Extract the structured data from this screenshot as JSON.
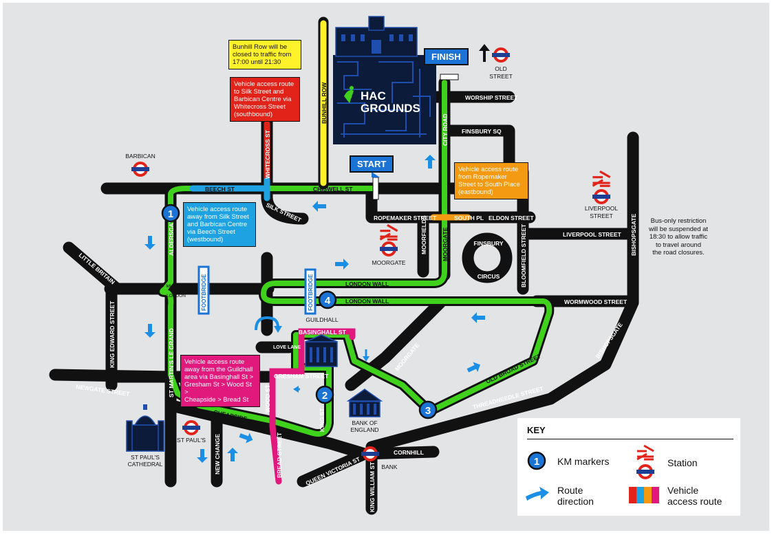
{
  "venue": {
    "line1": "HAC",
    "line2": "GROUNDS"
  },
  "flags": {
    "start": "START",
    "finish": "FINISH"
  },
  "stations": {
    "barbican": "BARBICAN",
    "old_street": [
      "OLD",
      "STREET"
    ],
    "liverpool_street": [
      "LIVERPOOL",
      "STREET"
    ],
    "moorgate": "MOORGATE",
    "st_pauls": "ST PAUL'S",
    "bank": "BANK"
  },
  "landmarks": {
    "st_pauls_cathedral": [
      "ST PAUL'S",
      "CATHEDRAL"
    ],
    "bank_of_england": [
      "BANK OF",
      "ENGLAND"
    ],
    "guildhall": "GUILDHALL",
    "museum_of_london": [
      "MUSEUM",
      "OF",
      "LONDON"
    ],
    "finsbury_circus": [
      "FINSBURY",
      "CIRCUS"
    ]
  },
  "streets": {
    "bunhill_row": "BUNHILL ROW",
    "worship_street": "WORSHIP STREET",
    "city_road": "CITY ROAD",
    "finsbury_sq": "FINSBURY SQ",
    "whitecross_st": "WHITECROSS ST",
    "beech_st": "BEECH ST",
    "chiswell_st": "CHISWELL ST",
    "silk_street": "SILK STREET",
    "ropemaker_street": "ROPEMAKER STREET",
    "south_pl": "SOUTH PL",
    "eldon_street": "ELDON STREET",
    "liverpool_street": "LIVERPOOL STREET",
    "bishopsgate": "BISHOPSGATE",
    "moorfields": "MOORFIELDS",
    "moorgate": "MOORGATE",
    "bloomfield_street": "BLOOMFIELD STREET",
    "aldersgate_st": "ALDERSGATE ST",
    "little_britain": "LITTLE BRITAIN",
    "london_wall": "LONDON WALL",
    "footbridge": "FOOTBRIDGE",
    "wormwood_street": "WORMWOOD STREET",
    "king_edward_street": "KING EDWARD STREET",
    "st_martins_le_grand": "ST MARTIN'S LE GRAND",
    "basinghall_st": "BASINGHALL ST",
    "love_lane": "LOVE LANE",
    "gresham_street": "GRESHAM STREET",
    "wood_st": "WOOD ST",
    "king_st": "KING ST",
    "newgate_street": "NEWGATE STREET",
    "cheapside": "CHEAPSIDE",
    "new_change": "NEW CHANGE",
    "bread_street": "BREAD STREET",
    "queen_victoria_st": "QUEEN VICTORIA ST",
    "king_william_st": "KING WILLIAM ST",
    "cornhill": "CORNHILL",
    "threadneedle_street": "THREADNEEDLE STREET",
    "old_broad_street": "OLD BROAD STREET"
  },
  "km_markers": [
    "1",
    "2",
    "3",
    "4"
  ],
  "callouts": {
    "bunhill": [
      "Bunhill Row will be",
      "closed to traffic from",
      "17:00 until 21:30"
    ],
    "whitecross": [
      "Vehicle access route",
      "to Silk Street and",
      "Barbican Centre via",
      "Whitecross Street",
      "(southbound)"
    ],
    "beech": [
      "Vehicle access route",
      "away from Silk Street",
      "and Barbican Centre",
      "via Beech Street",
      "(westbound)"
    ],
    "ropemaker": [
      "Vehicle access route",
      "from Ropemaker",
      "Street to South Place",
      "(eastbound)"
    ],
    "guildhall": [
      "Vehicle access route",
      "away from the Guildhall",
      "area via Basinghall St >",
      "Gresham St > Wood St >",
      "Cheapside > Bread St"
    ],
    "bishopsgate_note": [
      "Bus-only restriction",
      "will be suspended at",
      "18:30 to allow traffic",
      "to travel around",
      "the road closures."
    ]
  },
  "key": {
    "title": "KEY",
    "km_markers": "KM markers",
    "station": "Station",
    "route_direction": [
      "Route",
      "direction"
    ],
    "vehicle_access_route": [
      "Vehicle",
      "access route"
    ],
    "marker_sample": "1"
  },
  "colors": {
    "route_green": "#3fd11b",
    "road_black": "#111111",
    "marker_blue": "#1b73d6",
    "arrow_blue": "#1b8fe6",
    "background": "#e3e4e6",
    "tfl_red": "#e2231a",
    "tfl_blue": "#1c3f94"
  }
}
